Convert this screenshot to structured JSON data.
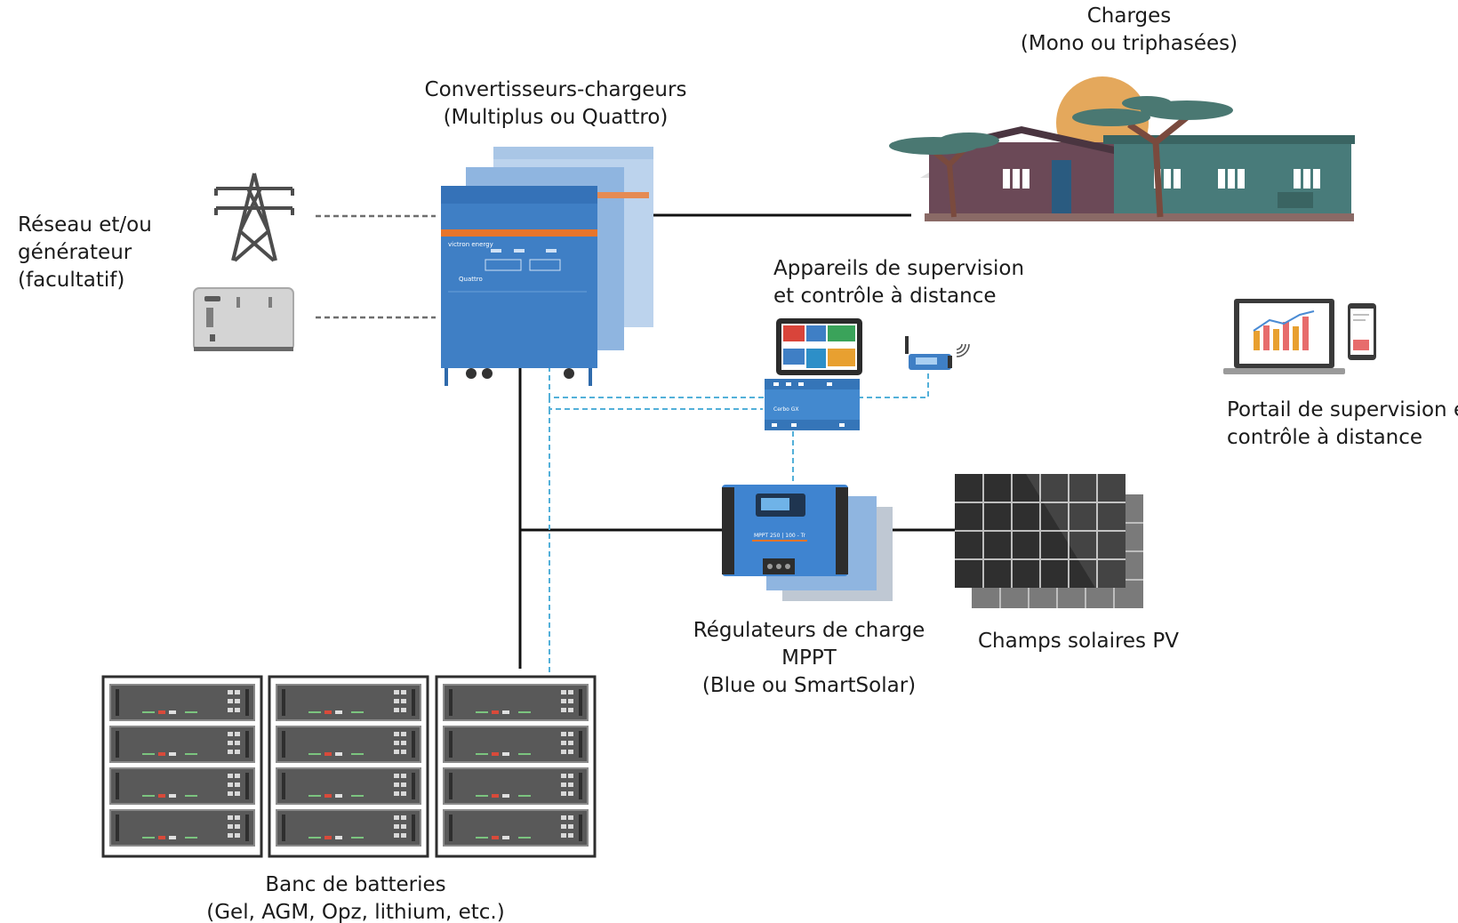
{
  "labels": {
    "grid": [
      "Réseau et/ou",
      "générateur",
      "(facultatif)"
    ],
    "inverters": [
      "Convertisseurs-chargeurs",
      "(Multiplus ou Quattro)"
    ],
    "loads": [
      "Charges",
      "(Mono ou triphasées)"
    ],
    "monitoring_devices": [
      "Appareils de supervision",
      "et contrôle à distance"
    ],
    "portal": [
      "Portail de supervision et",
      "contrôle à distance"
    ],
    "mppt": [
      "Régulateurs de charge",
      "MPPT",
      "(Blue ou SmartSolar)"
    ],
    "pv": [
      "Champs solaires PV"
    ],
    "batteries": [
      "Banc de batteries",
      "(Gel, AGM, Opz, lithium, etc.)"
    ]
  },
  "device_text": {
    "brand": "victron energy",
    "quattro_model": "Quattro",
    "cerbo_model": "Cerbo GX",
    "mppt_model": "MPPT 250 | 100 - Tr"
  },
  "icons": [
    "pylon-icon",
    "generator-icon",
    "wifi-icon",
    "laptop-icon",
    "phone-icon",
    "tree-icon",
    "sun-icon"
  ],
  "colors": {
    "victron_blue": "#3f7fc5",
    "victron_orange": "#e8752b",
    "house_purple": "#6b4957",
    "house_green": "#487b7a",
    "sun": "#e4a85c",
    "tree": "#4a7872",
    "solar_panel": "#2f2f2f",
    "battery_frame": "#4a4a4a",
    "battery_module": "#595959",
    "dc_line": "#111111",
    "ac_dashed": "#6e6e6e",
    "comm_dashed": "#53b0d9"
  }
}
